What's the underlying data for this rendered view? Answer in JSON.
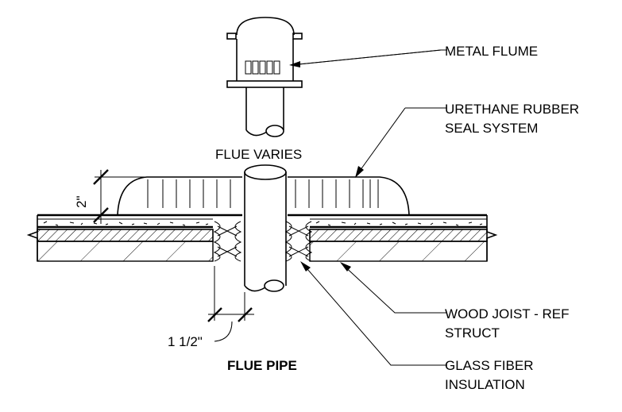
{
  "labels": {
    "metal_flume": "METAL FLUME",
    "urethane_line1": "URETHANE RUBBER",
    "urethane_line2": "SEAL SYSTEM",
    "flue_varies": "FLUE VARIES",
    "dim_height": "2\"",
    "dim_gap": "1 1/2\"",
    "flue_pipe": "FLUE PIPE",
    "wood_joist_line1": "WOOD JOIST - REF",
    "wood_joist_line2": "STRUCT",
    "glass_fiber_line1": "GLASS FIBER",
    "glass_fiber_line2": "INSULATION"
  }
}
